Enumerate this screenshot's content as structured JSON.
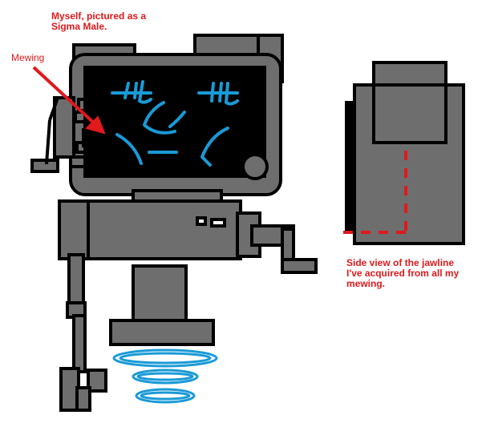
{
  "annotations": {
    "caption_top": "Myself, pictured as a\nSigma Male.",
    "mewing_label": "Mewing",
    "caption_side": "Side view of the jawline\nI've acquired from all my\nmewing."
  },
  "colors": {
    "robot_gray": "#6e6e6e",
    "outline": "#000000",
    "screen": "#000000",
    "face_lines": "#1a9ad6",
    "annotation_red": "#e0191c",
    "hover_rings": "#1a9ad6",
    "background": "#ffffff"
  }
}
